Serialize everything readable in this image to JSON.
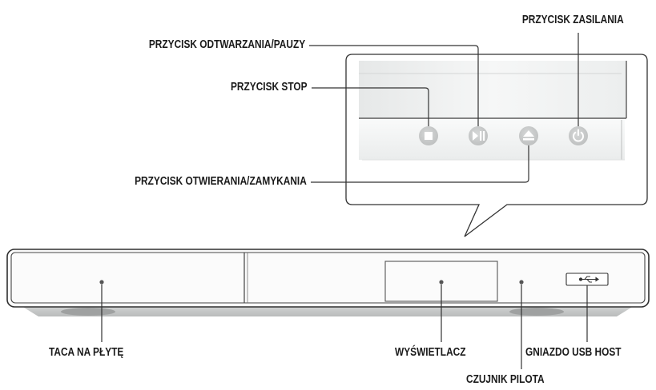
{
  "labels": {
    "power_button": "PRZYCISK ZASILANIA",
    "play_pause_button": "PRZYCISK ODTWARZANIA/PAUZY",
    "stop_button": "PRZYCISK STOP",
    "open_close_button": "PRZYCISK OTWIERANIA/ZAMYKANIA",
    "disc_tray": "TACA NA PŁYTĘ",
    "display": "WYŚWIETLACZ",
    "usb_host_port": "GNIAZDO USB HOST",
    "remote_sensor": "CZUJNIK PILOTA"
  },
  "icons": {
    "stop": "stop-icon",
    "play_pause": "play-pause-icon",
    "eject": "eject-icon",
    "power": "power-icon",
    "usb": "usb-icon"
  }
}
